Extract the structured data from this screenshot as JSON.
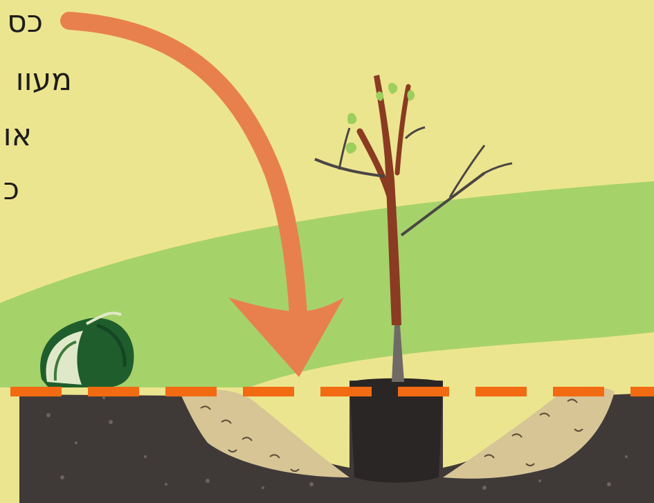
{
  "caption_lines": [
    "כס",
    "מעוו",
    "או",
    "כ"
  ],
  "colors": {
    "background": "#ece58f",
    "hill": "#a6d26a",
    "soil": "#3f3a38",
    "backfill": "#d7c596",
    "arrow": "#e8804e",
    "ground_line": "#f26b12",
    "trunk": "#8a3b22",
    "leaf": "#9ccf5c",
    "cabbage": "#1f5e2c"
  },
  "icons": {
    "arrow": "curved-arrow-icon",
    "tree": "sapling-icon",
    "plant": "cabbage-icon"
  }
}
